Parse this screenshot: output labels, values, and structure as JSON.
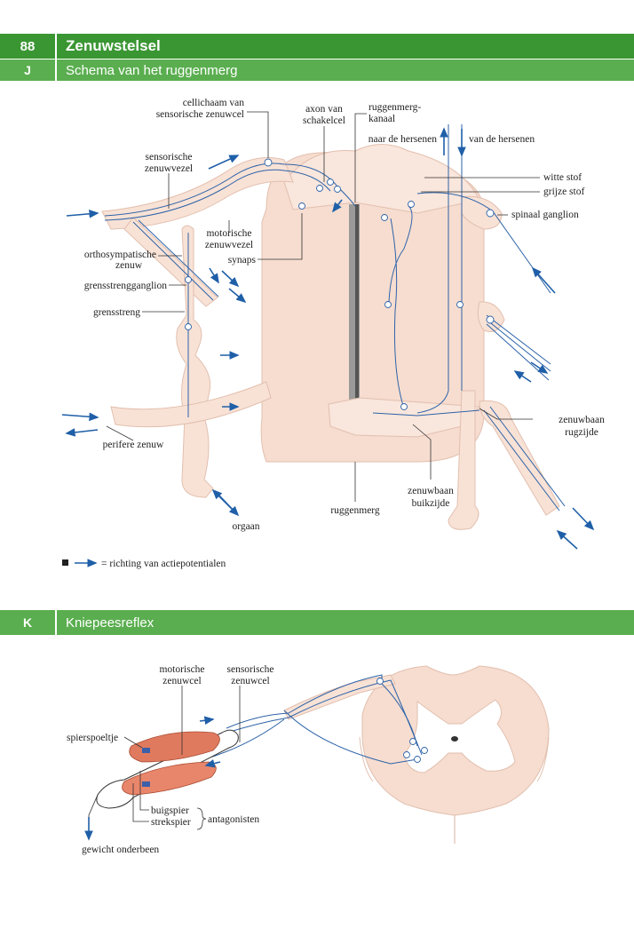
{
  "header": {
    "page_number": "88",
    "chapter_title": "Zenuwstelsel"
  },
  "section_j": {
    "letter": "J",
    "title": "Schema van het ruggenmerg",
    "labels": {
      "cellichaam_1": "cellichaam van",
      "cellichaam_2": "sensorische zenuwcel",
      "axon_1": "axon van",
      "axon_2": "schakelcel",
      "kanaal_1": "ruggenmerg-",
      "kanaal_2": "kanaal",
      "naar_hersenen": "naar de hersenen",
      "van_hersenen": "van de hersenen",
      "sens_vezel_1": "sensorische",
      "sens_vezel_2": "zenuwvezel",
      "witte_stof": "witte stof",
      "grijze_stof": "grijze stof",
      "spinaal_ganglion": "spinaal ganglion",
      "mot_vezel_1": "motorische",
      "mot_vezel_2": "zenuwvezel",
      "ortho_1": "orthosympatische",
      "ortho_2": "zenuw",
      "synaps": "synaps",
      "grensstrengganglion": "grensstrengganglion",
      "grensstreng": "grensstreng",
      "zenuwbaan_rug_1": "zenuwbaan",
      "zenuwbaan_rug_2": "rugzijde",
      "perifere_zenuw": "perifere zenuw",
      "zenuwbaan_buik_1": "zenuwbaan",
      "zenuwbaan_buik_2": "buikzijde",
      "ruggenmerg": "ruggenmerg",
      "orgaan": "orgaan"
    },
    "legend": "= richting van actiepotentialen"
  },
  "section_k": {
    "letter": "K",
    "title": "Kniepeesreflex",
    "labels": {
      "motorische_1": "motorische",
      "motorische_2": "zenuwcel",
      "sensorische_1": "sensorische",
      "sensorische_2": "zenuwcel",
      "spierspoeltje": "spierspoeltje",
      "buigspier": "buigspier",
      "strekspier": "strekspier",
      "antagonisten": "antagonisten",
      "gewicht": "gewicht onderbeen"
    }
  },
  "colors": {
    "header_green": "#3a9633",
    "subheader_green": "#5aae4f",
    "tissue": "#f6ddd0",
    "nerve_blue": "#2e63a8",
    "muscle": "#e07a5f"
  }
}
